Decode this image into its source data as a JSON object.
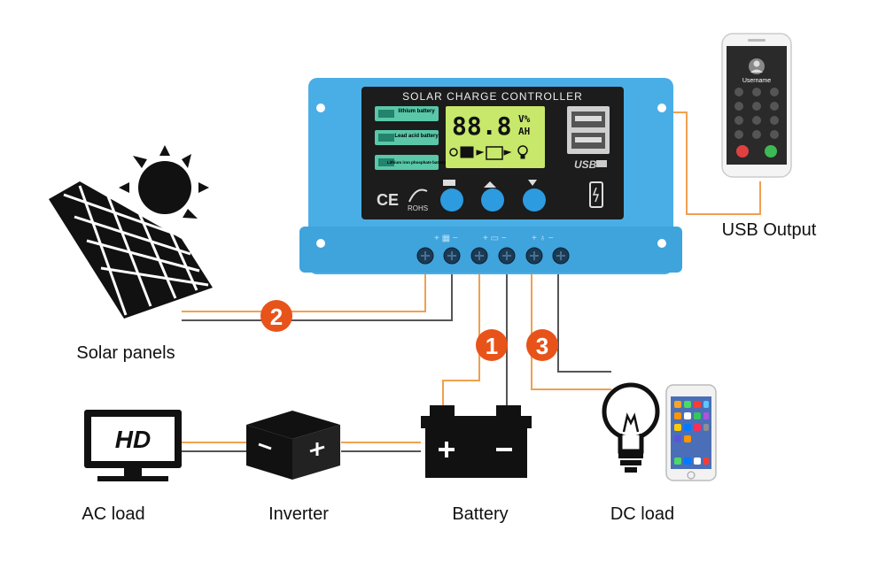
{
  "controller": {
    "title": "SOLAR CHARGE CONTROLLER",
    "battery_types": [
      "lithium battery",
      "Lead acid battery",
      "Lithium iron phosphate battery"
    ],
    "lcd_digits": "88.8",
    "lcd_units_top": "V%",
    "lcd_units_bottom": "AH",
    "ce_mark": "CE",
    "rohs_mark": "ROHS",
    "usb_mark": "USB"
  },
  "phone": {
    "username": "Username"
  },
  "labels": {
    "usb_output": "USB Output",
    "solar_panels": "Solar panels",
    "ac_load": "AC load",
    "inverter": "Inverter",
    "battery": "Battery",
    "dc_load": "DC load",
    "hd": "HD"
  },
  "steps": [
    "1",
    "2",
    "3"
  ],
  "colors": {
    "controller_body": "#4aaee6",
    "controller_face": "#1c1c1c",
    "lcd": "#c7e86a",
    "button": "#2d9be0",
    "wire_orange": "#f0a050",
    "wire_dark": "#555555",
    "step_badge": "#e8531a"
  }
}
